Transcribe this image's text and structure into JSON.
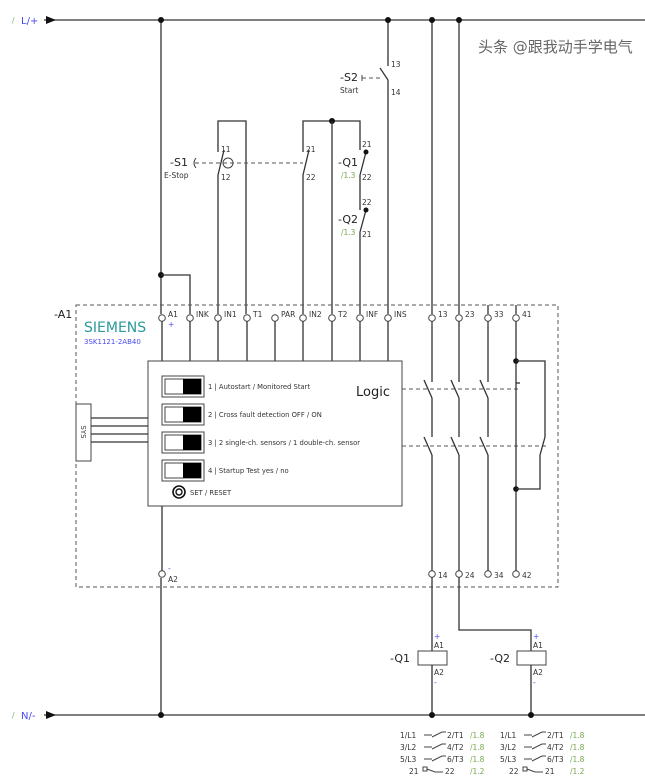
{
  "rails": {
    "top": "L/+",
    "bottom": "N/-",
    "prefix": "/"
  },
  "device": {
    "tag": "-A1",
    "brand": "SIEMENS",
    "model": "3SK1121-2AB40",
    "brand_color": "#2a9a9a",
    "model_color": "#4a4af0",
    "terminals_top": [
      "A1",
      "INK",
      "IN1",
      "T1",
      "PAR",
      "IN2",
      "T2",
      "INF",
      "INS",
      "13",
      "23",
      "33",
      "41"
    ],
    "terminals_bottom": [
      "A2",
      "14",
      "24",
      "34",
      "42"
    ],
    "plus": "+",
    "minus": "-",
    "sys_label": "SYS",
    "logic_label": "Logic",
    "dip_switches": [
      "1 | Autostart / Monitored Start",
      "2 | Cross fault detection OFF / ON",
      "3 | 2 single-ch. sensors / 1 double-ch. sensor",
      "4 | Startup Test yes / no"
    ],
    "set_reset": "SET / RESET"
  },
  "s1": {
    "tag": "-S1",
    "name": "E-Stop",
    "c1": [
      "11",
      "12"
    ],
    "c2": [
      "21",
      "22"
    ]
  },
  "s2": {
    "tag": "-S2",
    "name": "Start",
    "c": [
      "13",
      "14"
    ]
  },
  "q1_contact": {
    "tag": "-Q1",
    "ref": "/1.3",
    "c": [
      "21",
      "22"
    ]
  },
  "q2_contact": {
    "tag": "-Q2",
    "ref": "/1.3",
    "c": [
      "22",
      "21"
    ]
  },
  "coils": [
    {
      "tag": "-Q1",
      "a1": "A1",
      "a2": "A2",
      "plus": "+",
      "minus": "-"
    },
    {
      "tag": "-Q2",
      "a1": "A1",
      "a2": "A2",
      "plus": "+",
      "minus": "-"
    }
  ],
  "contact_tables": [
    {
      "rows": [
        [
          "1/L1",
          "2/T1",
          "/1.8"
        ],
        [
          "3/L2",
          "4/T2",
          "/1.8"
        ],
        [
          "5/L3",
          "6/T3",
          "/1.8"
        ],
        [
          "21",
          "22",
          "/1.2"
        ]
      ]
    },
    {
      "rows": [
        [
          "1/L1",
          "2/T1",
          "/1.8"
        ],
        [
          "3/L2",
          "4/T2",
          "/1.8"
        ],
        [
          "5/L3",
          "6/T3",
          "/1.8"
        ],
        [
          "22",
          "21",
          "/1.2"
        ]
      ]
    }
  ],
  "watermark": "头条 @跟我动手学电气",
  "colors": {
    "ref_green": "#7aa84e",
    "polarity_blue": "#4a4af0",
    "rail_label": "#4a4af0"
  }
}
